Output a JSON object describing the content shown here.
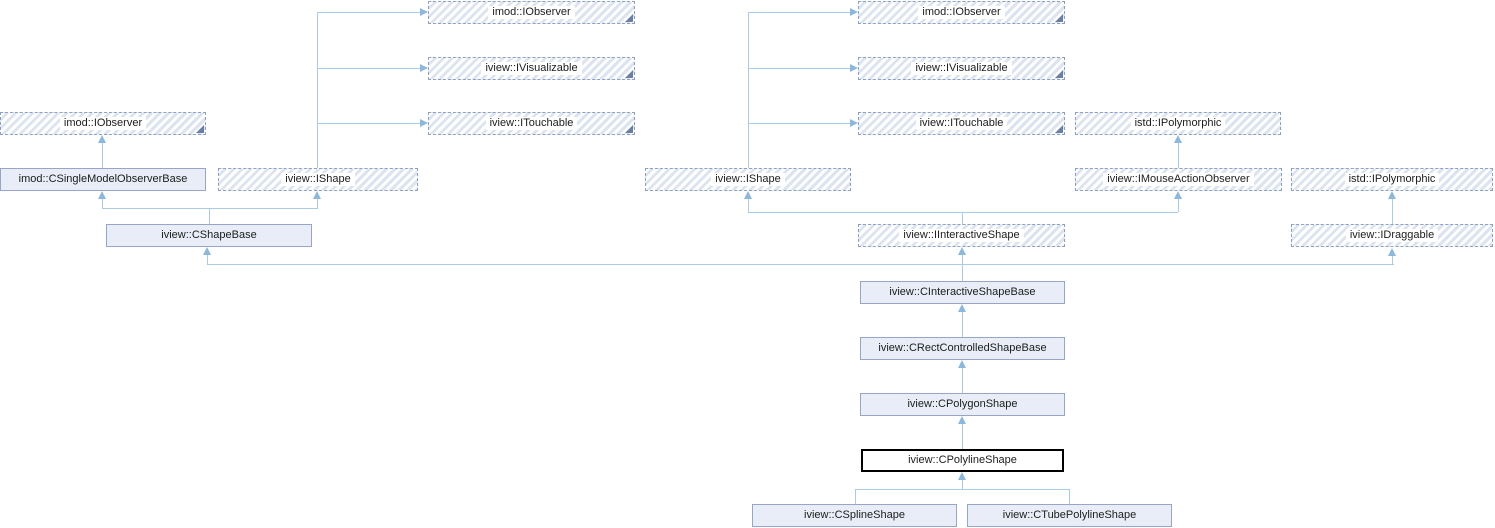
{
  "diagram": {
    "type": "class-inheritance-graph",
    "focus_class": "iview::CPolylineShape",
    "colors": {
      "background": "#ffffff",
      "class_fill": "#e8edf7",
      "class_border": "#97a5c9",
      "interface_border": "#8ca0c8",
      "interface_hatch": "#dde4f1",
      "edge_line": "#a8cce8",
      "edge_arrow": "#8bb8dd",
      "truncation_corner": "#6a7fa8",
      "focus_border": "#000000",
      "text": "#1c1c1c"
    },
    "nodes": [
      {
        "id": "iobserver-upper-left",
        "label": "imod::IObserver",
        "kind": "interface",
        "truncated": true
      },
      {
        "id": "ivisualizable-left",
        "label": "iview::IVisualizable",
        "kind": "interface",
        "truncated": true
      },
      {
        "id": "itouchable-left",
        "label": "iview::ITouchable",
        "kind": "interface",
        "truncated": true
      },
      {
        "id": "iobserver-left",
        "label": "imod::IObserver",
        "kind": "interface",
        "truncated": true
      },
      {
        "id": "csinglemodelobserverbase",
        "label": "imod::CSingleModelObserverBase",
        "kind": "class",
        "truncated": false
      },
      {
        "id": "ishape-left",
        "label": "iview::IShape",
        "kind": "interface",
        "truncated": false
      },
      {
        "id": "cshapebase",
        "label": "iview::CShapeBase",
        "kind": "class",
        "truncated": false
      },
      {
        "id": "iobserver-upper-right",
        "label": "imod::IObserver",
        "kind": "interface",
        "truncated": true
      },
      {
        "id": "ivisualizable-right",
        "label": "iview::IVisualizable",
        "kind": "interface",
        "truncated": true
      },
      {
        "id": "itouchable-right",
        "label": "iview::ITouchable",
        "kind": "interface",
        "truncated": true
      },
      {
        "id": "ipolymorphic-upper",
        "label": "istd::IPolymorphic",
        "kind": "interface",
        "truncated": false
      },
      {
        "id": "ishape-right",
        "label": "iview::IShape",
        "kind": "interface",
        "truncated": false
      },
      {
        "id": "imouseactionobserver",
        "label": "iview::IMouseActionObserver",
        "kind": "interface",
        "truncated": false
      },
      {
        "id": "ipolymorphic-right",
        "label": "istd::IPolymorphic",
        "kind": "interface",
        "truncated": false
      },
      {
        "id": "iinteractiveshape",
        "label": "iview::IInteractiveShape",
        "kind": "interface",
        "truncated": false
      },
      {
        "id": "idraggable",
        "label": "iview::IDraggable",
        "kind": "interface",
        "truncated": false
      },
      {
        "id": "cinteractiveshapebase",
        "label": "iview::CInteractiveShapeBase",
        "kind": "class",
        "truncated": false
      },
      {
        "id": "crectcontrolledshapebase",
        "label": "iview::CRectControlledShapeBase",
        "kind": "class",
        "truncated": false
      },
      {
        "id": "cpolygonshape",
        "label": "iview::CPolygonShape",
        "kind": "class",
        "truncated": false
      },
      {
        "id": "cpolylineshape",
        "label": "iview::CPolylineShape",
        "kind": "focus",
        "truncated": false
      },
      {
        "id": "csplineshape",
        "label": "iview::CSplineShape",
        "kind": "class",
        "truncated": false
      },
      {
        "id": "ctubepolylineshape",
        "label": "iview::CTubePolylineShape",
        "kind": "class",
        "truncated": false
      }
    ],
    "relations": [
      {
        "derived": "ishape-left",
        "base": "iobserver-upper-left"
      },
      {
        "derived": "ishape-left",
        "base": "ivisualizable-left"
      },
      {
        "derived": "ishape-left",
        "base": "itouchable-left"
      },
      {
        "derived": "csinglemodelobserverbase",
        "base": "iobserver-left"
      },
      {
        "derived": "cshapebase",
        "base": "csinglemodelobserverbase"
      },
      {
        "derived": "cshapebase",
        "base": "ishape-left"
      },
      {
        "derived": "ishape-right",
        "base": "iobserver-upper-right"
      },
      {
        "derived": "ishape-right",
        "base": "ivisualizable-right"
      },
      {
        "derived": "ishape-right",
        "base": "itouchable-right"
      },
      {
        "derived": "imouseactionobserver",
        "base": "ipolymorphic-upper"
      },
      {
        "derived": "iinteractiveshape",
        "base": "ishape-right"
      },
      {
        "derived": "iinteractiveshape",
        "base": "imouseactionobserver"
      },
      {
        "derived": "idraggable",
        "base": "ipolymorphic-right"
      },
      {
        "derived": "cinteractiveshapebase",
        "base": "cshapebase"
      },
      {
        "derived": "cinteractiveshapebase",
        "base": "iinteractiveshape"
      },
      {
        "derived": "cinteractiveshapebase",
        "base": "idraggable"
      },
      {
        "derived": "crectcontrolledshapebase",
        "base": "cinteractiveshapebase"
      },
      {
        "derived": "cpolygonshape",
        "base": "crectcontrolledshapebase"
      },
      {
        "derived": "cpolylineshape",
        "base": "cpolygonshape"
      },
      {
        "derived": "csplineshape",
        "base": "cpolylineshape"
      },
      {
        "derived": "ctubepolylineshape",
        "base": "cpolylineshape"
      }
    ]
  }
}
